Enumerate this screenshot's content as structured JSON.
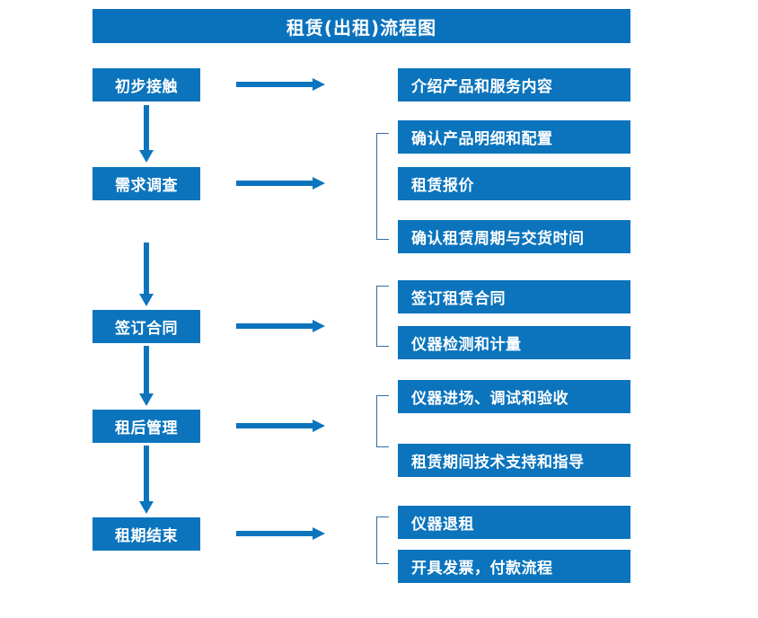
{
  "diagram": {
    "title": "租赁(出租)流程图",
    "accent_color": "#0b74bd",
    "title_bar_color": "#0a72bd",
    "bracket_color": "#2f6fa8",
    "arrow_color": "#0b74bd",
    "text_color": "#ffffff",
    "stages": [
      {
        "label": "初步接触"
      },
      {
        "label": "需求调查"
      },
      {
        "label": "签订合同"
      },
      {
        "label": "租后管理"
      },
      {
        "label": "租期结束"
      }
    ],
    "detail_groups": [
      {
        "for_stage": "初步接触",
        "has_bracket": false,
        "items": [
          {
            "label": "介绍产品和服务内容"
          }
        ]
      },
      {
        "for_stage": "需求调查",
        "has_bracket": true,
        "items": [
          {
            "label": "确认产品明细和配置"
          },
          {
            "label": "租赁报价"
          },
          {
            "label": "确认租赁周期与交货时间"
          }
        ]
      },
      {
        "for_stage": "签订合同",
        "has_bracket": true,
        "items": [
          {
            "label": "签订租赁合同"
          },
          {
            "label": "仪器检测和计量"
          }
        ]
      },
      {
        "for_stage": "租后管理",
        "has_bracket": true,
        "items": [
          {
            "label": "仪器进场、调试和验收"
          },
          {
            "label": "租赁期间技术支持和指导"
          }
        ]
      },
      {
        "for_stage": "租期结束",
        "has_bracket": true,
        "items": [
          {
            "label": "仪器退租"
          },
          {
            "label": "开具发票，付款流程"
          }
        ]
      }
    ],
    "connectors": {
      "horizontal_arrow_icon": "arrow-right-icon",
      "vertical_arrow_icon": "arrow-down-icon",
      "bracket_icon": "group-bracket-icon"
    }
  }
}
